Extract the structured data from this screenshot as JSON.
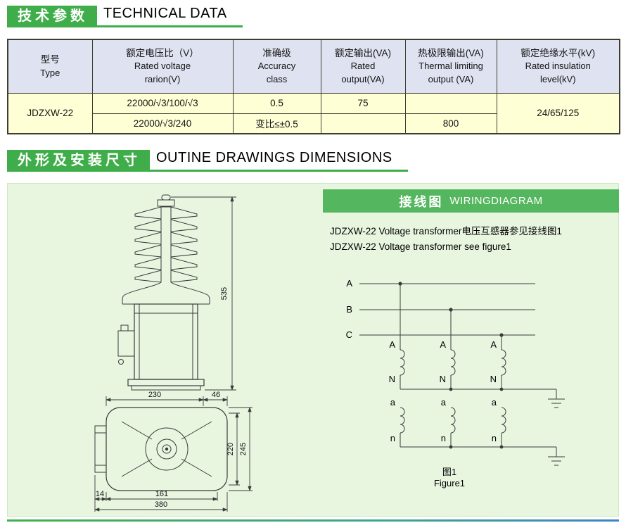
{
  "section_technical": {
    "title_cn": "技术参数",
    "title_en": "TECHNICAL DATA"
  },
  "table": {
    "headers": [
      {
        "lines": [
          "型号",
          "Type"
        ]
      },
      {
        "lines": [
          "额定电压比（V）",
          "Rated voltage",
          "rarion(V)"
        ]
      },
      {
        "lines": [
          "准确级",
          "Accuracy",
          "class"
        ]
      },
      {
        "lines": [
          "额定输出(VA)",
          "Rated",
          "output(VA)"
        ]
      },
      {
        "lines": [
          "热极限输出(VA)",
          "Thermal limiting",
          "output (VA)"
        ]
      },
      {
        "lines": [
          "额定绝缘水平(kV)",
          "Rated insulation",
          "level(kV)"
        ]
      }
    ],
    "type_value": "JDZXW-22",
    "insulation_value": "24/65/125",
    "rows": [
      {
        "ratio": "22000/√3/100/√3",
        "accuracy": "0.5",
        "rated_output": "75",
        "thermal_output": ""
      },
      {
        "ratio": "22000/√3/240",
        "accuracy": "变比≤±0.5",
        "rated_output": "",
        "thermal_output": "800"
      }
    ]
  },
  "section_outline": {
    "title_cn": "外形及安装尺寸",
    "title_en": "OUTINE DRAWINGS DIMENSIONS"
  },
  "outline_drawing": {
    "dim_height": "535",
    "dim_top_width": "230",
    "dim_top_right": "46",
    "dim_side_inner": "220",
    "dim_side_total": "245",
    "dim_bottom_left": "14",
    "dim_bottom_mid": "161",
    "dim_bottom_total": "380"
  },
  "wiring": {
    "title_cn": "接线图",
    "title_en": "WIRINGDIAGRAM",
    "note_line1": "JDZXW-22 Voltage transformer电压互感器参见接线图1",
    "note_line2": "JDZXW-22 Voltage transformer see figure1",
    "phase_a": "A",
    "phase_b": "B",
    "phase_c": "C",
    "primary_top": "A",
    "primary_bottom": "N",
    "secondary_top": "a",
    "secondary_bottom": "n",
    "caption_cn": "图1",
    "caption_en": "Figure1"
  },
  "colors": {
    "green": "#3fae4a",
    "wiring_bar": "#54b65e",
    "panel_bg": "#e8f6e0",
    "table_header_bg": "#dfe3f1",
    "table_body_bg": "#ffffd6"
  }
}
